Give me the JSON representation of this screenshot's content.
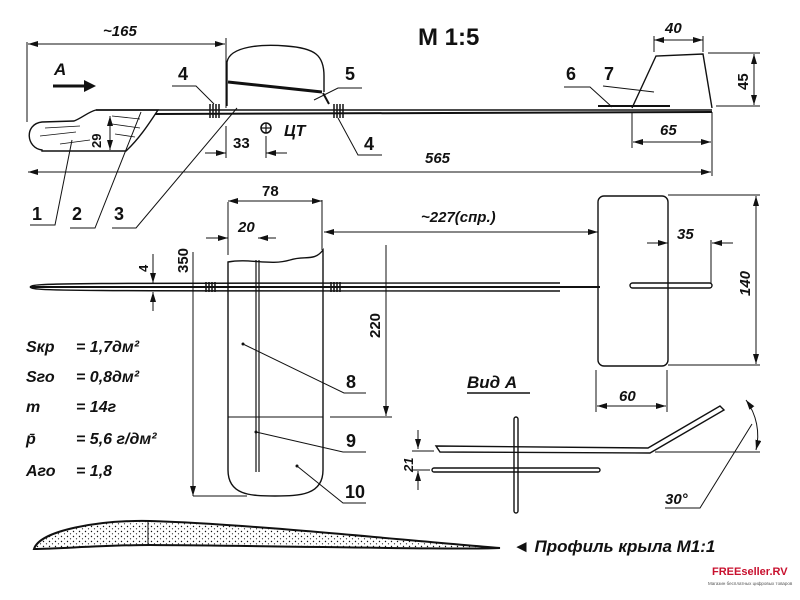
{
  "scale": "M 1:5",
  "view_arrow_label": "A",
  "dimensions": {
    "nose_to_wing": "~165",
    "nose_height": "29",
    "cg_offset": "33",
    "cg_label": "ЦТ",
    "total_length": "565",
    "fin_top": "40",
    "fin_height": "45",
    "fin_base": "65",
    "wing_chord": "78",
    "spar_offset": "20",
    "wingspan_half": "350",
    "fuselage_thickness": "4",
    "panel_inner": "220",
    "tail_arm": "~227(спр.)",
    "stab_span": "140",
    "stab_chord": "60",
    "stab_offset": "35",
    "dihedral_height": "21",
    "dihedral_angle": "30°"
  },
  "part_numbers": [
    "1",
    "2",
    "3",
    "4",
    "4",
    "5",
    "6",
    "7",
    "8",
    "9",
    "10"
  ],
  "specs": [
    {
      "label": "Sкр",
      "value": "= 1,7дм²"
    },
    {
      "label": "Sго",
      "value": "= 0,8дм²"
    },
    {
      "label": "m",
      "value": "= 14г"
    },
    {
      "label": "p̄",
      "value": "= 5,6 г/дм²"
    },
    {
      "label": "Aго",
      "value": "= 1,8"
    }
  ],
  "view_a_title": "Вид А",
  "profile_caption": "◄ Профиль крыла М1:1",
  "watermark": {
    "brand": "FREEseller.RV",
    "tagline": "Магазин бесплатных цифровых товаров"
  },
  "colors": {
    "ink": "#111111",
    "watermark_red": "#c8102e",
    "watermark_blue": "#1f3d8c"
  }
}
